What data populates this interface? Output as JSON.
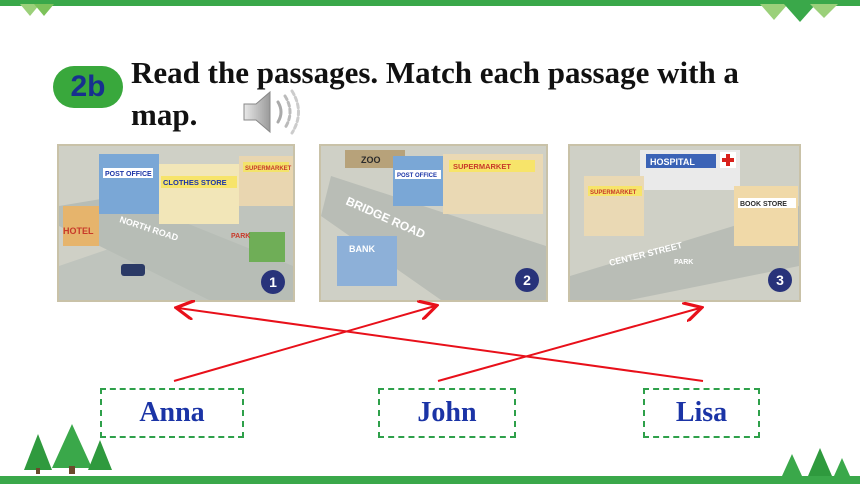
{
  "header": {
    "badge": "2b",
    "instruction": "Read the passages. Match each passage with a map."
  },
  "maps": [
    {
      "number": "1",
      "labels": [
        "POST OFFICE",
        "CLOTHES STORE",
        "SUPERMARKET",
        "HOTEL",
        "NORTH ROAD",
        "PARK"
      ]
    },
    {
      "number": "2",
      "labels": [
        "ZOO",
        "POST OFFICE",
        "SUPERMARKET",
        "BRIDGE ROAD",
        "BANK"
      ]
    },
    {
      "number": "3",
      "labels": [
        "HOSPITAL",
        "SUPERMARKET",
        "BOOK STORE",
        "CENTER STREET",
        "PARK"
      ]
    }
  ],
  "names": [
    "Anna",
    "John",
    "Lisa"
  ],
  "colors": {
    "green": "#3aa84a",
    "name_blue": "#1b34a6",
    "arrow_red": "#e8101a"
  }
}
